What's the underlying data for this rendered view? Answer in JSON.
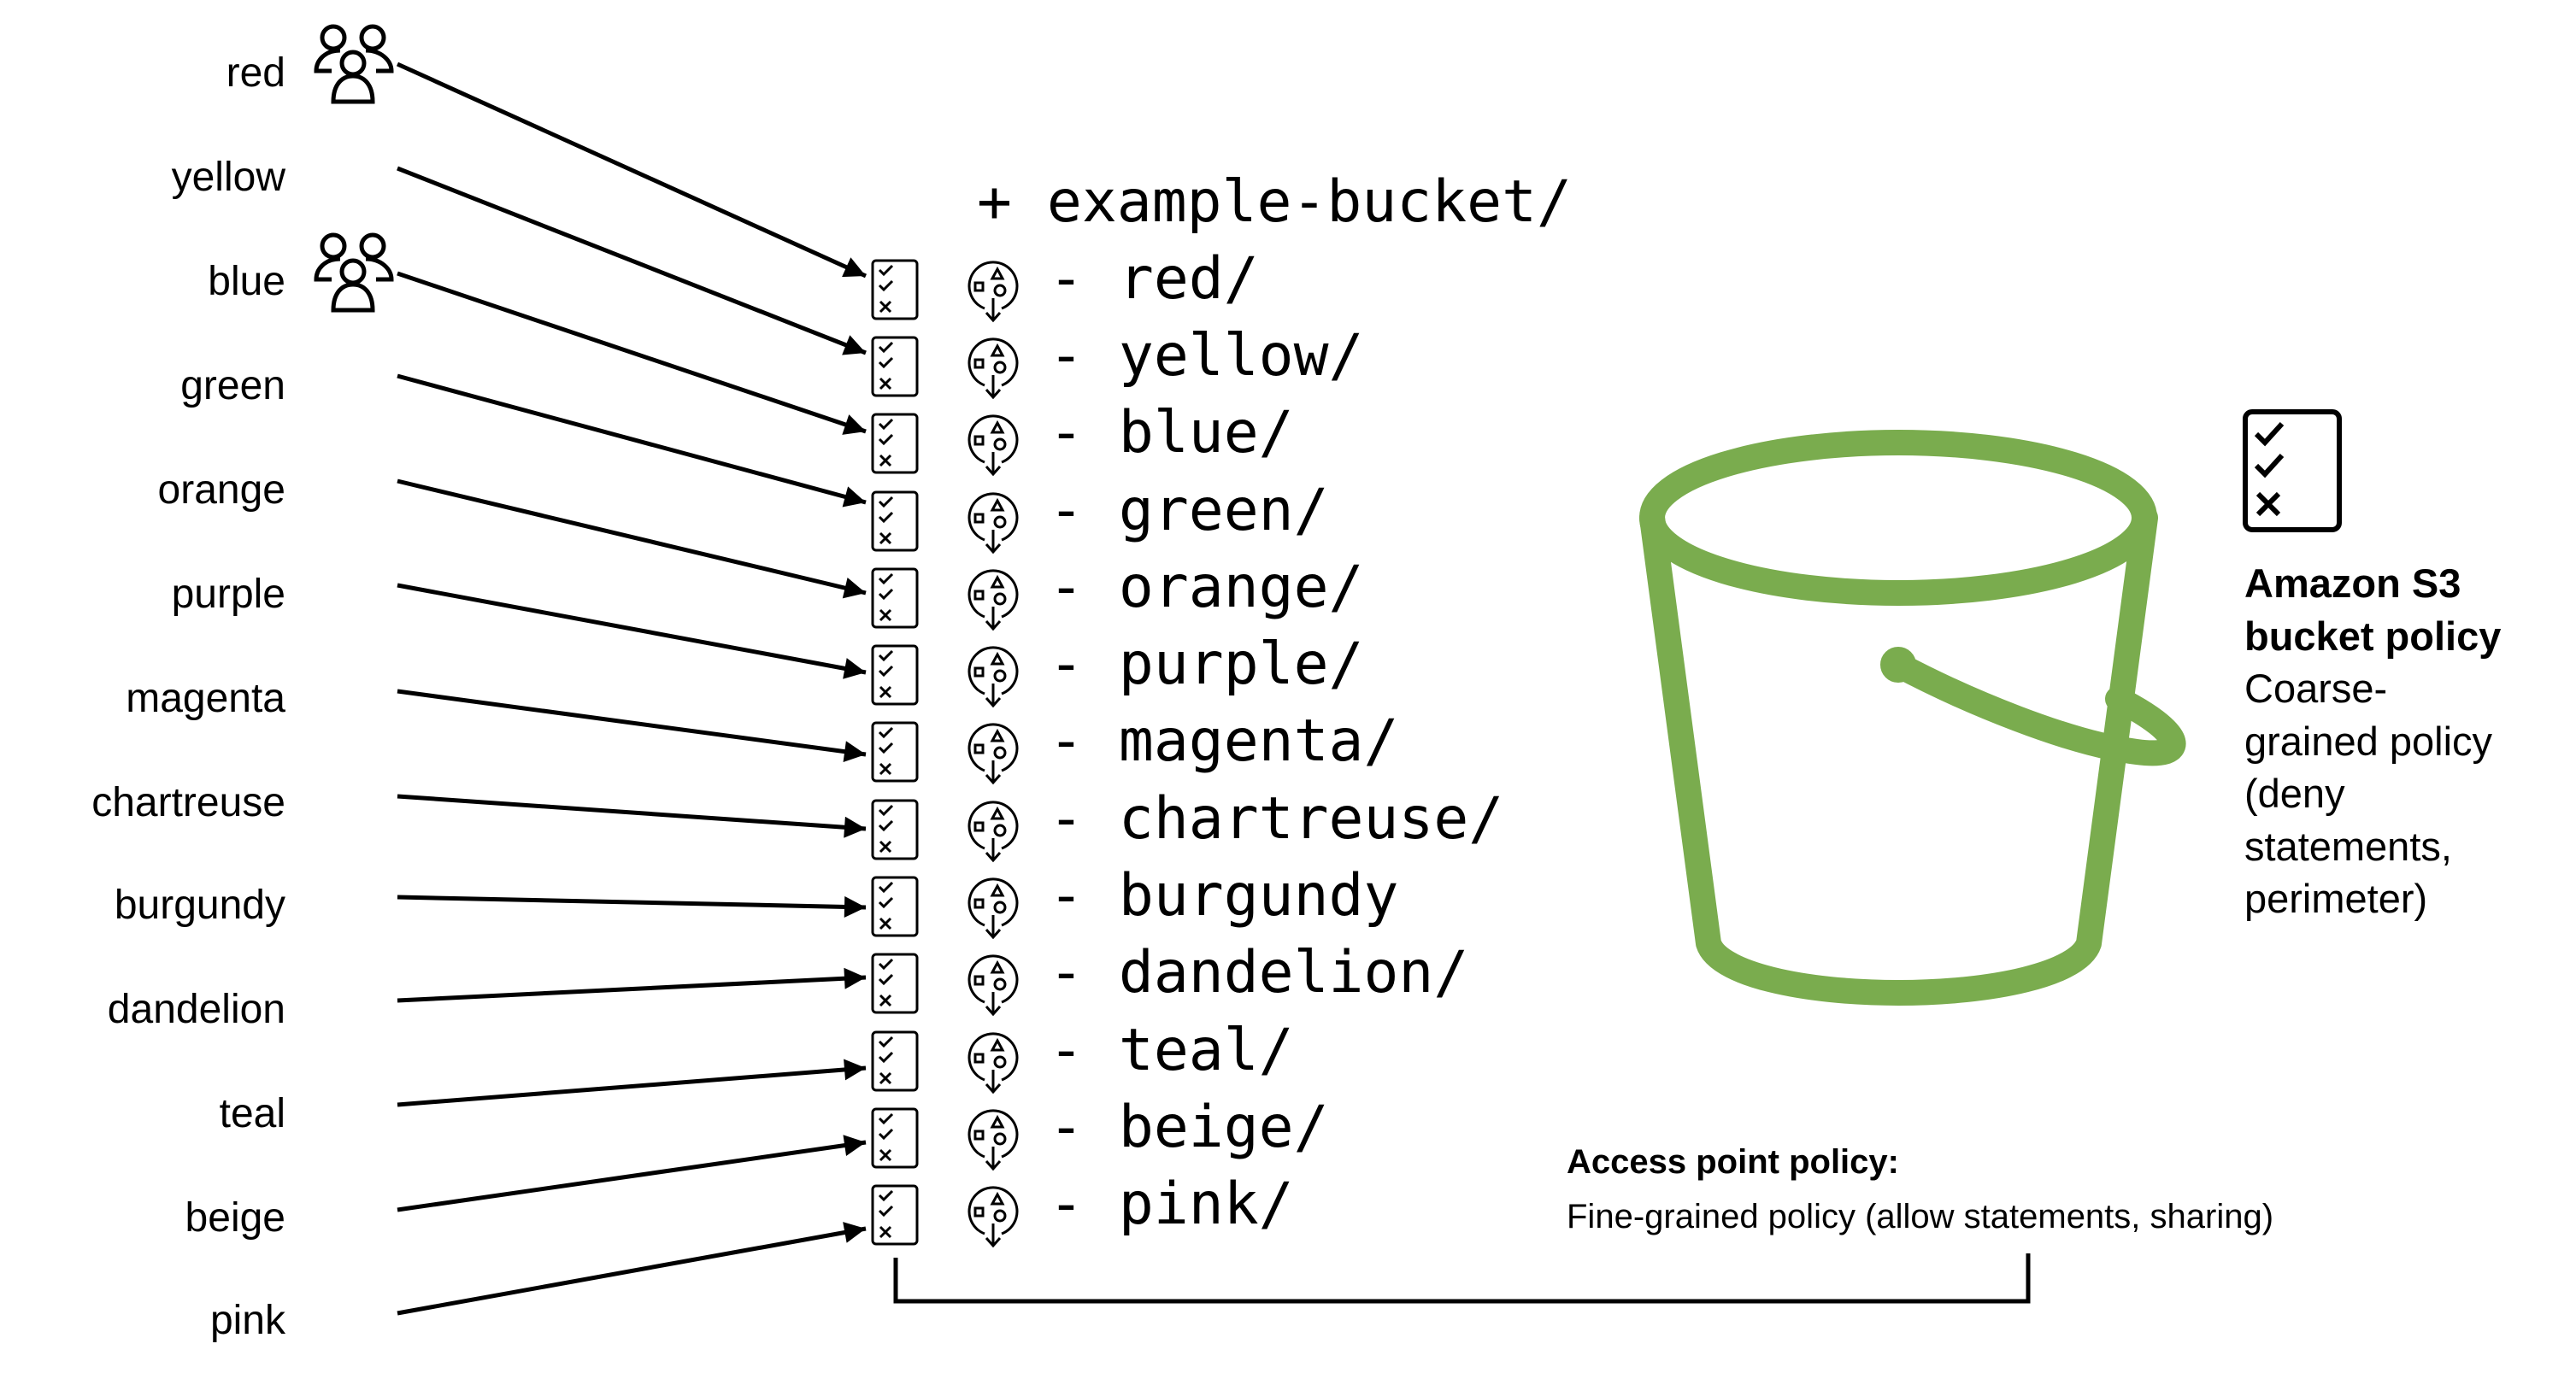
{
  "diagram": {
    "bucket_header": "+ example-bucket/",
    "prefixes": [
      {
        "label": "red",
        "folder": "- red/",
        "has_group_icon": true
      },
      {
        "label": "yellow",
        "folder": "- yellow/",
        "has_group_icon": false
      },
      {
        "label": "blue",
        "folder": "- blue/",
        "has_group_icon": true
      },
      {
        "label": "green",
        "folder": "- green/",
        "has_group_icon": false
      },
      {
        "label": "orange",
        "folder": "- orange/",
        "has_group_icon": false
      },
      {
        "label": "purple",
        "folder": "- purple/",
        "has_group_icon": false
      },
      {
        "label": "magenta",
        "folder": "- magenta/",
        "has_group_icon": false
      },
      {
        "label": "chartreuse",
        "folder": "- chartreuse/",
        "has_group_icon": false
      },
      {
        "label": "burgundy",
        "folder": "- burgundy",
        "has_group_icon": false
      },
      {
        "label": "dandelion",
        "folder": "- dandelion/",
        "has_group_icon": false
      },
      {
        "label": "teal",
        "folder": "- teal/",
        "has_group_icon": false
      },
      {
        "label": "beige",
        "folder": "- beige/",
        "has_group_icon": false
      },
      {
        "label": "pink",
        "folder": "- pink/",
        "has_group_icon": false
      }
    ],
    "bucket_policy": {
      "title_line1": "Amazon S3",
      "title_line2": "bucket policy",
      "desc_lines": [
        "Coarse-",
        "grained policy",
        "(deny",
        "statements,",
        "perimeter)"
      ]
    },
    "access_point_policy": {
      "title": "Access point policy:",
      "description": "Fine-grained policy (allow statements, sharing)"
    },
    "icons": {
      "group": "users-group-icon",
      "policy": "policy-checklist-icon",
      "access_point": "access-point-icon",
      "bucket": "s3-bucket-icon"
    },
    "colors": {
      "bucket_green": "#7AAC4E",
      "line": "#000000",
      "background": "#FFFFFF"
    }
  }
}
